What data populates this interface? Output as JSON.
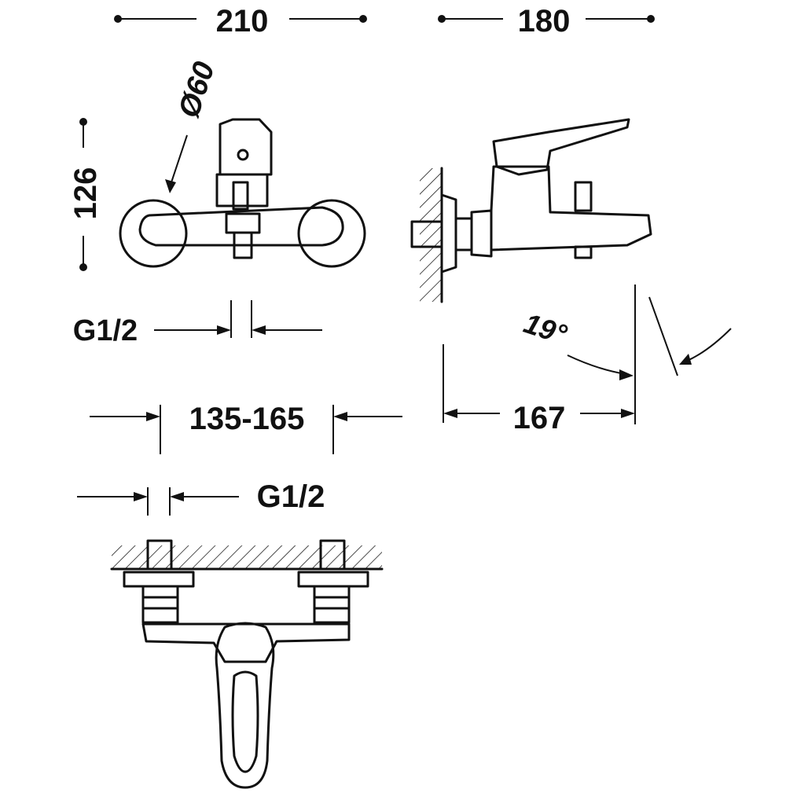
{
  "dimensions": {
    "overall_width": "210",
    "depth": "180",
    "height": "126",
    "rosette_diameter": "Ø60",
    "inlet_thread_front": "G1/2",
    "centres_range": "135-165",
    "spout_reach": "167",
    "lever_angle": "19°",
    "inlet_thread_top": "G1/2"
  },
  "colors": {
    "line": "#111111",
    "background": "#ffffff"
  }
}
